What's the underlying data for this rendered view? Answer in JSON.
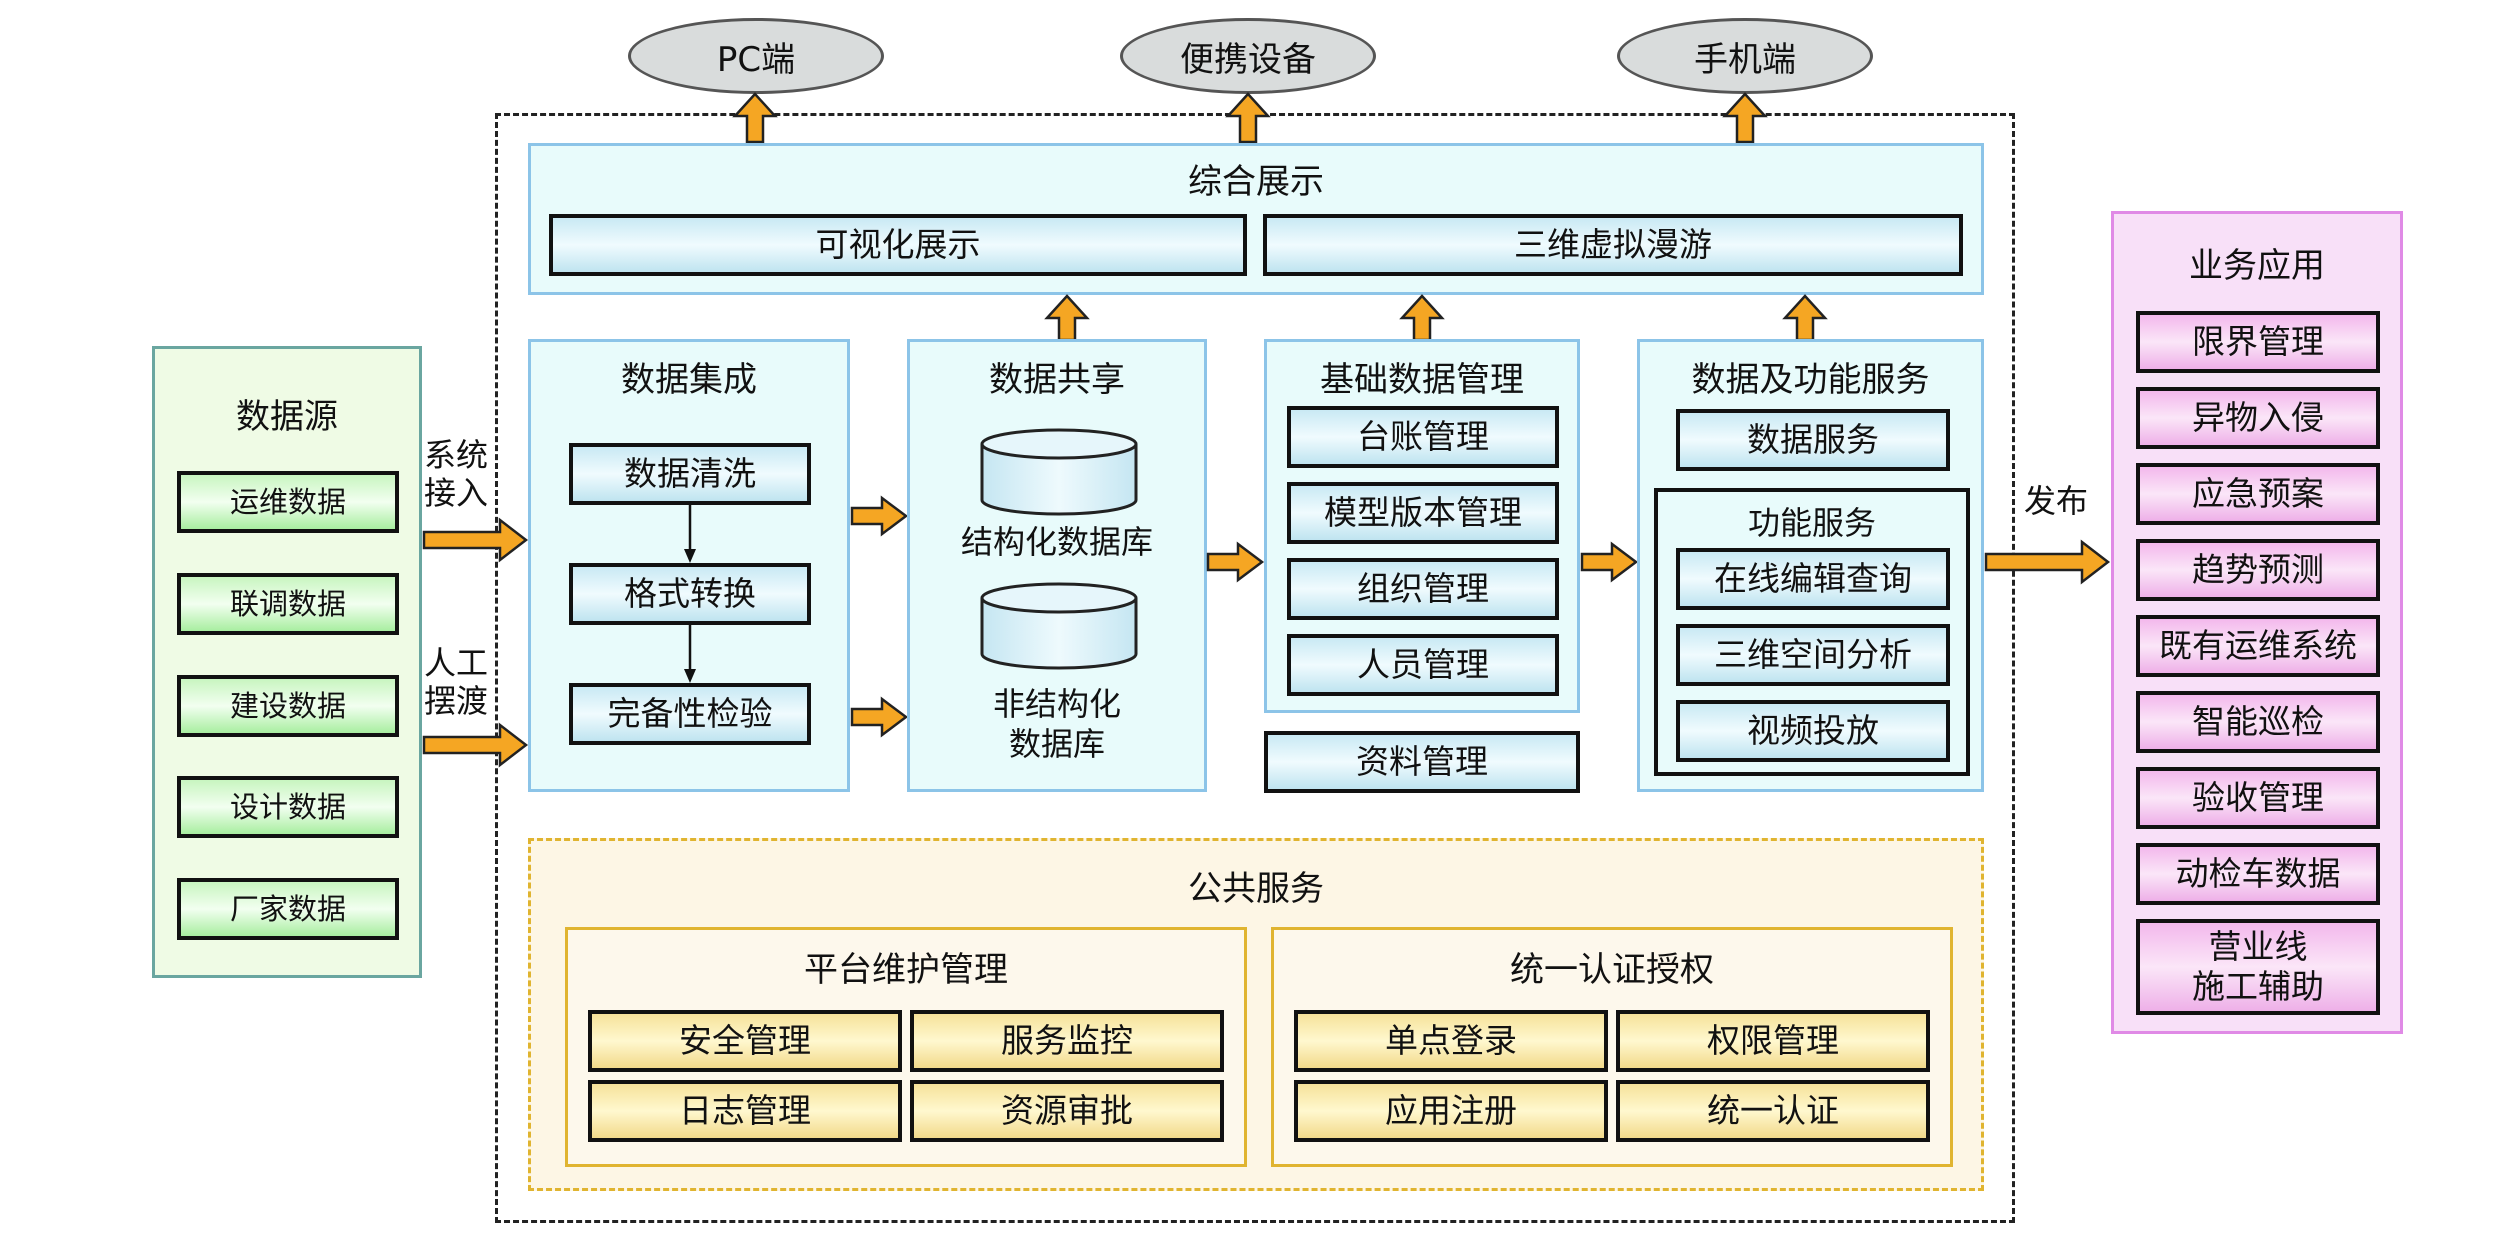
{
  "clients": [
    "PC端",
    "便携设备",
    "手机端"
  ],
  "display": {
    "title": "综合展示",
    "items": [
      "可视化展示",
      "三维虚拟漫游"
    ]
  },
  "data_source": {
    "title": "数据源",
    "items": [
      "运维数据",
      "联调数据",
      "建设数据",
      "设计数据",
      "厂家数据"
    ]
  },
  "connectors": {
    "system_access": "系统\n接入",
    "system_access_l1": "系统",
    "system_access_l2": "接入",
    "manual_l1": "人工",
    "manual_l2": "摆渡",
    "publish": "发布"
  },
  "integration": {
    "title": "数据集成",
    "steps": [
      "数据清洗",
      "格式转换",
      "完备性检验"
    ]
  },
  "sharing": {
    "title": "数据共享",
    "structured": "结构化数据库",
    "unstructured_l1": "非结构化",
    "unstructured_l2": "数据库"
  },
  "base_data": {
    "title": "基础数据管理",
    "items": [
      "台账管理",
      "模型版本管理",
      "组织管理",
      "人员管理"
    ],
    "extra": "资料管理"
  },
  "services": {
    "title": "数据及功能服务",
    "data_service": "数据服务",
    "function_title": "功能服务",
    "function_items": [
      "在线编辑查询",
      "三维空间分析",
      "视频投放"
    ]
  },
  "public_service": {
    "title": "公共服务",
    "groups": [
      {
        "title": "平台维护管理",
        "items": [
          "安全管理",
          "服务监控",
          "日志管理",
          "资源审批"
        ]
      },
      {
        "title": "统一认证授权",
        "items": [
          "单点登录",
          "权限管理",
          "应用注册",
          "统一认证"
        ]
      }
    ]
  },
  "business": {
    "title": "业务应用",
    "items": [
      "限界管理",
      "异物入侵",
      "应急预案",
      "趋势预测",
      "既有运维系统",
      "智能巡检",
      "验收管理",
      "动检车数据"
    ],
    "last_l1": "营业线",
    "last_l2": "施工辅助"
  },
  "colors": {
    "arrow": "#f5a623",
    "panel_blue_border": "#8cc4e8",
    "panel_green_border": "#6aa6a0",
    "panel_pink_border": "#e08ae6",
    "panel_yellow_border": "#e0b430"
  }
}
